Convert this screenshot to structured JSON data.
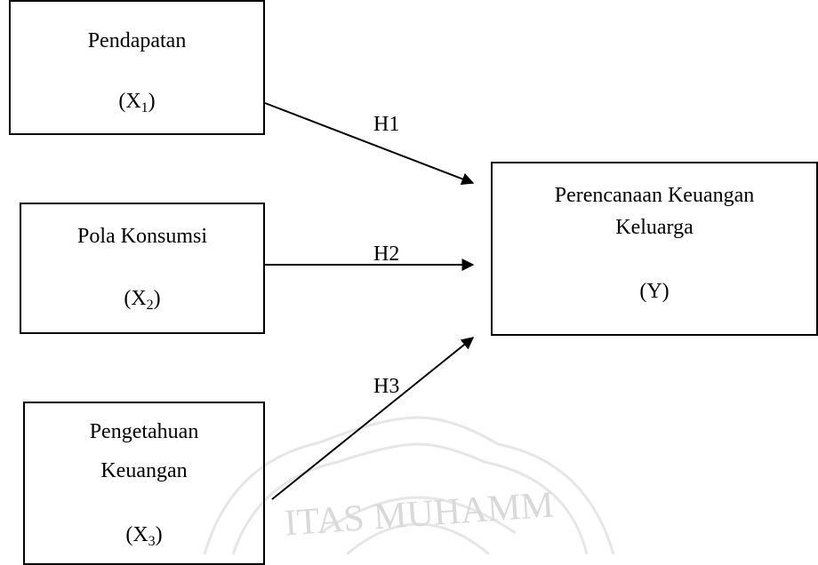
{
  "diagram": {
    "nodes": {
      "x1": {
        "title": "Pendapatan",
        "var": "X",
        "sub": "1"
      },
      "x2": {
        "title": "Pola Konsumsi",
        "var": "X",
        "sub": "2"
      },
      "x3": {
        "title_line1": "Pengetahuan",
        "title_line2": "Keuangan",
        "var": "X",
        "sub": "3"
      },
      "y": {
        "title_line1": "Perencanaan Keuangan",
        "title_line2": "Keluarga",
        "var": "(Y)"
      }
    },
    "edges": [
      {
        "from": "x1",
        "to": "y",
        "label": "H1"
      },
      {
        "from": "x2",
        "to": "y",
        "label": "H2"
      },
      {
        "from": "x3",
        "to": "y",
        "label": "H3"
      }
    ]
  },
  "watermark": {
    "text": "ITAS MUHAMM"
  }
}
